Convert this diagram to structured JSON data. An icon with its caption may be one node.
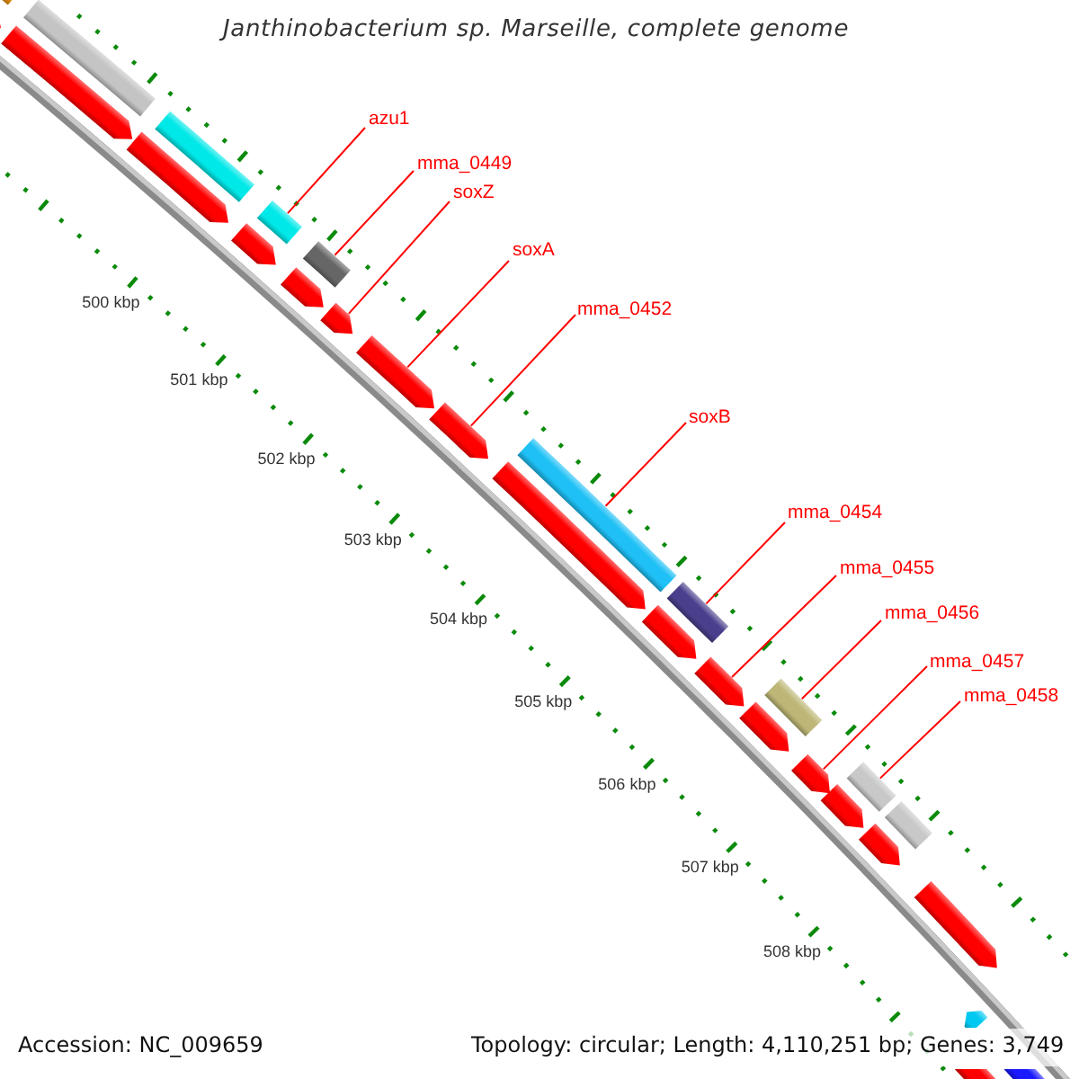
{
  "diagram": {
    "title": "Janthinobacterium sp. Marseille, complete genome",
    "nodes": [
      {
        "text": [
          "azu1"
        ]
      },
      {
        "text": [
          "mma_0449"
        ]
      },
      {
        "text": [
          "soxZ"
        ]
      },
      {
        "text": [
          "soxA"
        ]
      },
      {
        "text": [
          "mma_0452"
        ]
      },
      {
        "text": [
          "soxB"
        ]
      },
      {
        "text": [
          "mma_0454"
        ]
      },
      {
        "text": [
          "mma_0455"
        ]
      },
      {
        "text": [
          "mma_0456"
        ]
      },
      {
        "text": [
          "mma_0457"
        ]
      },
      {
        "text": [
          "mma_0458"
        ]
      },
      {
        "text": [],
        "shape": "arrow"
      },
      {
        "text": [],
        "shape": "bar"
      },
      {
        "text": [],
        "shape": "bar"
      },
      {
        "text": [],
        "shape": "arrow"
      },
      {
        "text": [],
        "shape": "arrow"
      },
      {
        "text": [],
        "shape": "bar"
      },
      {
        "text": [],
        "shape": "arrow"
      },
      {
        "text": [],
        "shape": "bar"
      },
      {
        "text": [],
        "shape": "bar"
      },
      {
        "text": [],
        "shape": "arrow"
      },
      {
        "text": [],
        "shape": "arrow"
      },
      {
        "text": [],
        "shape": "arrow"
      },
      {
        "text": [],
        "shape": "arrow"
      },
      {
        "text": [],
        "shape": "arrow"
      },
      {
        "text": [],
        "shape": "bar"
      },
      {
        "text": [],
        "shape": "arrow"
      },
      {
        "text": [],
        "shape": "bar"
      },
      {
        "text": [],
        "shape": "arrow"
      },
      {
        "text": [],
        "shape": "arrow"
      },
      {
        "text": [],
        "shape": "bar"
      },
      {
        "text": [],
        "shape": "arrow"
      },
      {
        "text": [],
        "shape": "arrow"
      },
      {
        "text": [],
        "shape": "bar"
      },
      {
        "text": [],
        "shape": "arrow"
      },
      {
        "text": [],
        "shape": "bar"
      },
      {
        "text": [],
        "shape": "arrow"
      },
      {
        "text": [],
        "shape": "arrow"
      },
      {
        "text": [],
        "shape": "bar"
      },
      {
        "text": [],
        "shape": "bar"
      }
    ],
    "edges": [
      {
        "from": 0,
        "to": 18,
        "arrow": "none"
      },
      {
        "from": 1,
        "to": 19,
        "arrow": "none"
      },
      {
        "from": 2,
        "to": 21,
        "arrow": "none"
      },
      {
        "from": 3,
        "to": 22,
        "arrow": "none"
      },
      {
        "from": 4,
        "to": 23,
        "arrow": "none"
      },
      {
        "from": 5,
        "to": 25,
        "arrow": "none"
      },
      {
        "from": 6,
        "to": 27,
        "arrow": "none"
      },
      {
        "from": 7,
        "to": 28,
        "arrow": "none"
      },
      {
        "from": 8,
        "to": 30,
        "arrow": "none"
      },
      {
        "from": 9,
        "to": 31,
        "arrow": "none"
      },
      {
        "from": 10,
        "to": 33,
        "arrow": "none"
      }
    ],
    "labels": [
      "500 kbp",
      "501 kbp",
      "502 kbp",
      "503 kbp",
      "504 kbp",
      "505 kbp",
      "506 kbp",
      "507 kbp",
      "508 kbp",
      "Accession: NC_009659",
      "Topology: circular; Length: 4,110,251 bp; Genes: 3,749"
    ]
  }
}
